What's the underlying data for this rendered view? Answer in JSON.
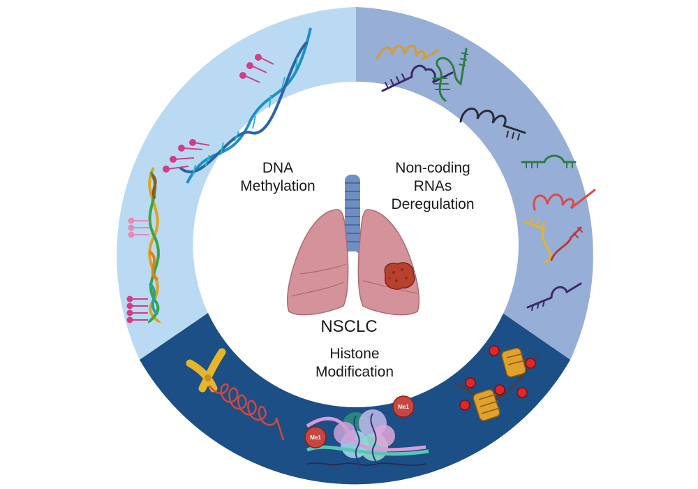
{
  "center_label": "NSCLC",
  "segments": [
    {
      "key": "dna",
      "lines": [
        "DNA",
        "Methylation"
      ],
      "color": "#b9daf2"
    },
    {
      "key": "ncrna",
      "lines": [
        "Non-coding",
        "RNAs",
        "Deregulation"
      ],
      "color": "#97aed6"
    },
    {
      "key": "histone",
      "lines": [
        "Histone",
        "Modification"
      ],
      "color": "#1b4f86"
    }
  ],
  "histone_marks": [
    "Me1",
    "Me1"
  ],
  "colors": {
    "ring_inner": "#ffffff",
    "lung": "#d4929a",
    "trachea": "#6f8fc2",
    "tumor": "#b8412e",
    "methyl_mark": "#d23d87",
    "chromatin": "#d9453a",
    "chromosome": "#e6b62a"
  }
}
